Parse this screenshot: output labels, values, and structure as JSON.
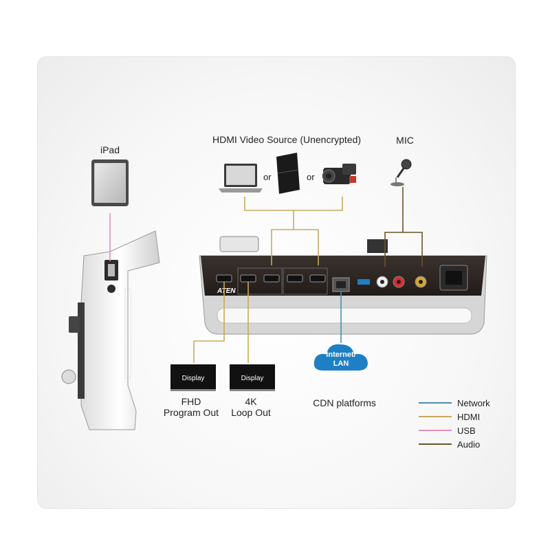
{
  "labels": {
    "ipad": "iPad",
    "hdmi_source": "HDMI Video Source (Unencrypted)",
    "mic": "MIC",
    "or_1": "or",
    "or_2": "or",
    "display_1": "Display",
    "display_2": "Display",
    "fhd_line1": "FHD",
    "fhd_line2": "Program Out",
    "loop_line1": "4K",
    "loop_line2": "Loop Out",
    "cloud_line1": "Internet/",
    "cloud_line2": "LAN",
    "cdn": "CDN platforms",
    "brand": "ATEN"
  },
  "legend": [
    {
      "label": "Network",
      "color": "#4a8db0"
    },
    {
      "label": "HDMI",
      "color": "#c8a95a"
    },
    {
      "label": "USB",
      "color": "#e58fb8"
    },
    {
      "label": "Audio",
      "color": "#6b5428"
    }
  ],
  "colors": {
    "network": "#4a8db0",
    "hdmi": "#c8a95a",
    "usb": "#e58fb8",
    "audio": "#6b5428",
    "device_body": "#2e2723",
    "cloud": "#1e7fc4"
  },
  "icons": [
    "tablet-icon",
    "laptop-icon",
    "game-console-icon",
    "camcorder-icon",
    "microphone-icon",
    "display-icon",
    "cloud-icon"
  ]
}
